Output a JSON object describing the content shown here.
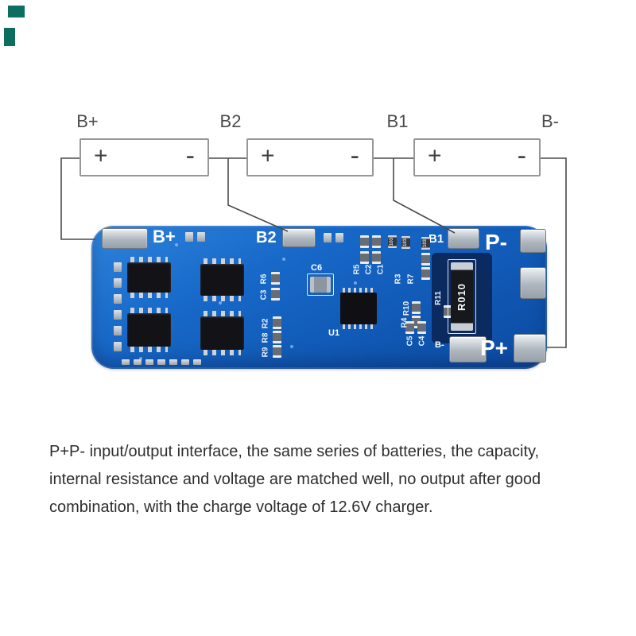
{
  "wiring": {
    "terminal_labels": [
      "B+",
      "B2",
      "B1",
      "B-"
    ],
    "battery_plus": "+",
    "battery_minus": "-"
  },
  "board": {
    "pads": {
      "b_plus": "B+",
      "b2": "B2",
      "b1": "B1",
      "p_minus": "P-",
      "p_plus": "P+",
      "b_minus": "B-"
    },
    "components": {
      "u1": "U1",
      "r010": "R010",
      "c6": "C6",
      "r5": "R5",
      "c2": "C2",
      "c1": "C1",
      "r3": "R3",
      "r7": "R7",
      "r6": "R6",
      "c3": "C3",
      "r10": "R10",
      "r4": "R4",
      "r11": "R11",
      "r2": "R2",
      "r8": "R8",
      "r9": "R9",
      "c5": "C5",
      "c4": "C4",
      "code_103": "103"
    }
  },
  "colors": {
    "pcb_blue": "#1565c4",
    "pad_metal": "#aeb6bf",
    "wire": "#4a4a4a",
    "artifact_teal": "#0b6e5f"
  },
  "caption": {
    "lines": [
      "P+P- input/output interface, the same series of batteries, the capacity,",
      "internal resistance and voltage are matched well, no output after good",
      "combination, with the charge voltage of 12.6V charger."
    ]
  }
}
